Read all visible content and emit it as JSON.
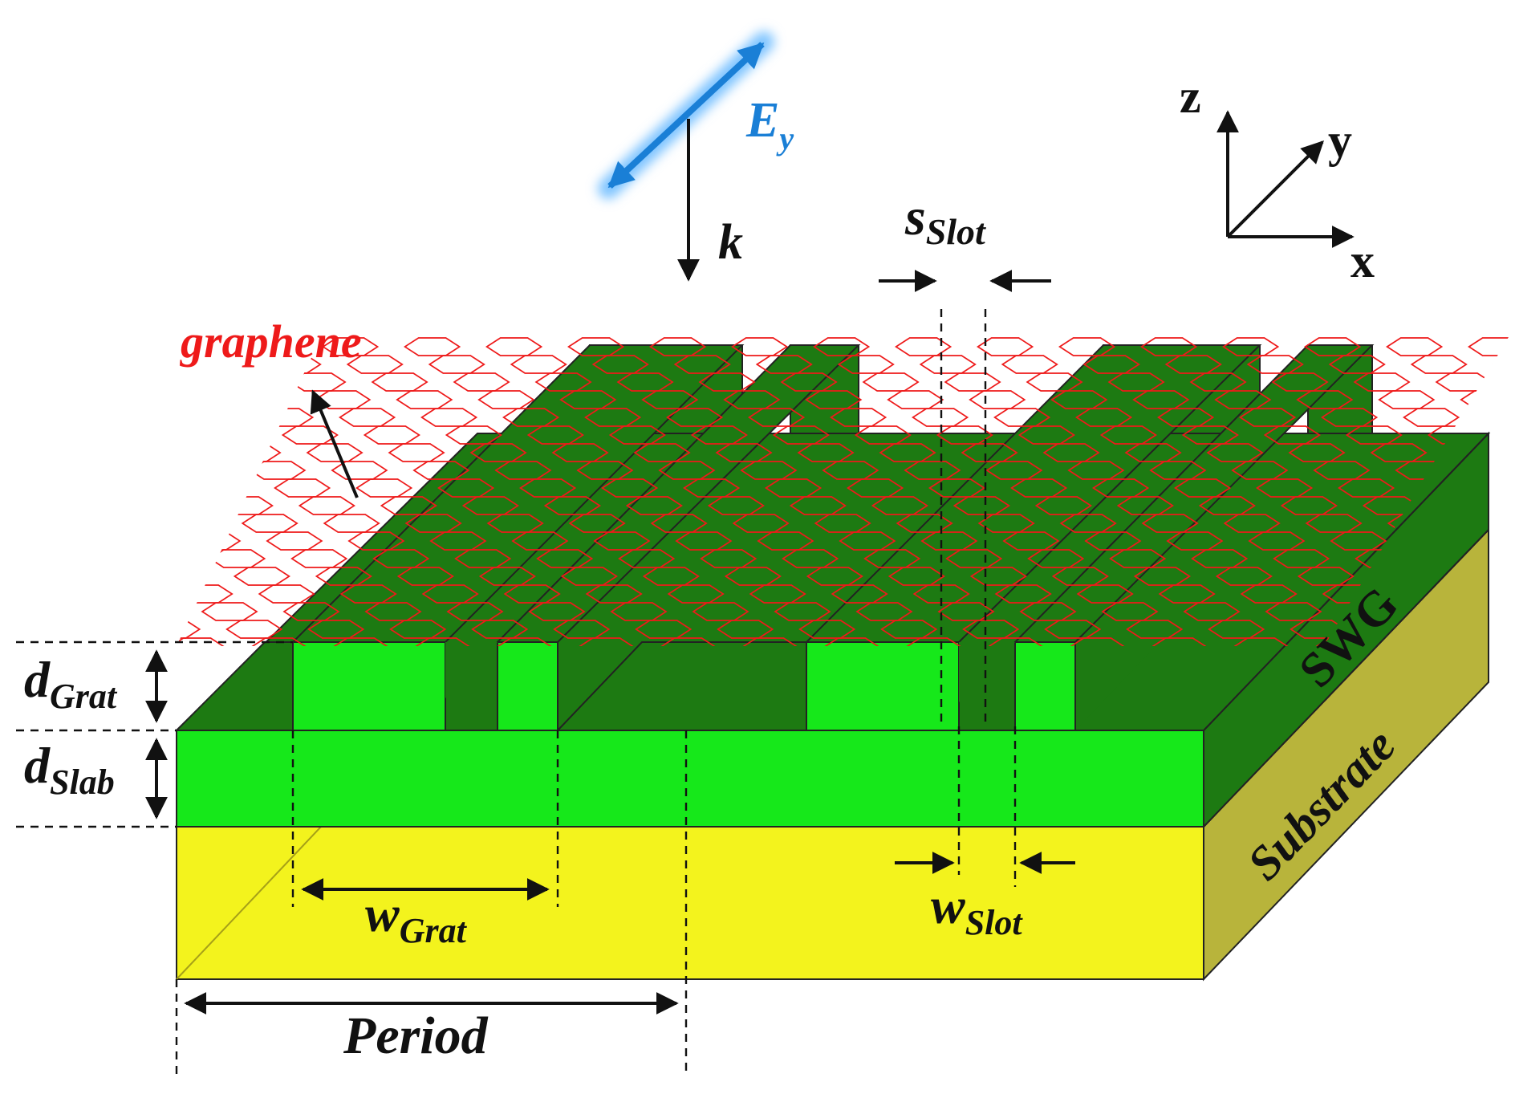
{
  "colors": {
    "swg_dark": "#1d7a12",
    "swg_light": "#16e81a",
    "substrate_front": "#f3f31d",
    "substrate_side": "#b8b43b",
    "graphene": "#ee1a1a",
    "field": "#1a7fd6"
  },
  "labels": {
    "graphene": "graphene",
    "e_field_main": "E",
    "e_field_sub": "y",
    "wave_vector": "k",
    "s_slot_main": "s",
    "s_slot_sub": "Slot",
    "d_grat_main": "d",
    "d_grat_sub": "Grat",
    "d_slab_main": "d",
    "d_slab_sub": "Slab",
    "w_grat_main": "w",
    "w_grat_sub": "Grat",
    "w_slot_main": "w",
    "w_slot_sub": "Slot",
    "period": "Period",
    "swg": "SWG",
    "substrate": "Substrate"
  },
  "axes": {
    "z": "z",
    "y": "y",
    "x": "x"
  }
}
